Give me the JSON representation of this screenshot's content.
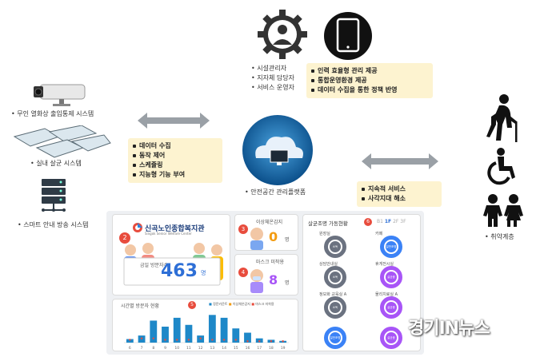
{
  "left_systems": {
    "camera_label": "무인 열화상 출입통제 시스템",
    "lights_label": "실내 살균 시스템",
    "server_label": "스마트 안내 방송 시스템"
  },
  "top_users": {
    "items": [
      "시설관리자",
      "지자체 담당자",
      "서비스 운영자"
    ],
    "notes": [
      "인력 효율형 관리 제공",
      "통합운영환경 제공",
      "데이터 수집을 통한 정책 반영"
    ]
  },
  "left_notes": [
    "데이터 수집",
    "동작 제어",
    "스케쥴링",
    "지능형 기능 부여"
  ],
  "platform_label": "안전공간 관리플랫폼",
  "right_notes": [
    "지속적 서비스",
    "사각지대 해소"
  ],
  "vulnerable_label": "취약계층",
  "dashboard": {
    "visitor_center": "신곡노인종합복지관",
    "center_sub": "Singok Senior Welfare Center",
    "today_visitors_label": "금일 방문자수",
    "today_visitors_value": "463",
    "today_visitors_unit": "명",
    "badge2": "2",
    "fever_label": "이상체온감지",
    "fever_value": "0",
    "fever_unit": "명",
    "badge3": "3",
    "mask_label": "마스크 미착용",
    "mask_value": "8",
    "mask_unit": "명",
    "badge4": "4",
    "chart_title": "시간별 방문자 현황",
    "badge5": "5",
    "legend": [
      "정문카운트",
      "이상체온감지",
      "마스크 미착용"
    ],
    "steril_title": "살균조명 가동현황",
    "badge6": "6",
    "floor_tabs": [
      "B1",
      "1F",
      "2F",
      "3F"
    ],
    "rooms": [
      {
        "name": "원장실",
        "status": "소독"
      },
      {
        "name": "카페",
        "status": "일반조명"
      },
      {
        "name": "상담안내실",
        "status": "소독"
      },
      {
        "name": "휴게전시실",
        "status": "살균중"
      },
      {
        "name": "정보화 교육실 A",
        "status": "소독"
      },
      {
        "name": "물리치료실 A",
        "status": "살균중"
      },
      {
        "name": "",
        "status": "일반조명"
      },
      {
        "name": "",
        "status": "살균중"
      }
    ],
    "ring_colors": {
      "gray": "#6b7280",
      "blue": "#3b82f6",
      "purple": "#a855f7"
    }
  },
  "chart_data": {
    "type": "bar",
    "title": "시간별 방문자 현황",
    "categories": [
      "6",
      "7",
      "8",
      "9",
      "10",
      "11",
      "12",
      "13",
      "14",
      "15",
      "16",
      "17",
      "18",
      "19"
    ],
    "series": [
      {
        "name": "정문카운트",
        "values": [
          10,
          20,
          62,
          45,
          70,
          50,
          20,
          78,
          70,
          40,
          28,
          12,
          8,
          5
        ]
      },
      {
        "name": "이상체온감지",
        "values": [
          0,
          0,
          0,
          0,
          0,
          0,
          0,
          0,
          0,
          0,
          0,
          0,
          0,
          0
        ]
      },
      {
        "name": "마스크 미착용",
        "values": [
          2,
          3,
          3,
          2,
          2,
          2,
          3,
          2,
          2,
          2,
          1,
          1,
          1,
          1
        ]
      }
    ],
    "ylim": [
      0,
      90
    ]
  },
  "watermark": "경기IN뉴스"
}
